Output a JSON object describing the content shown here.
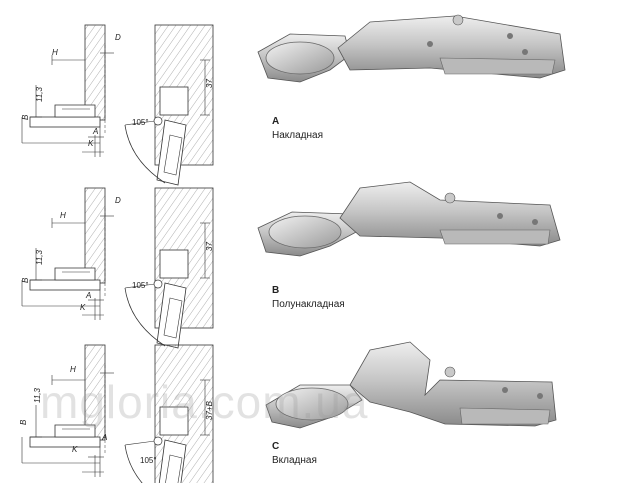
{
  "variants": [
    {
      "letter": "A",
      "name": "Накладная",
      "dims": {
        "h": "H",
        "d": "D",
        "b": "B",
        "a": "A",
        "k": "K",
        "v113": "11,3",
        "v37": "37"
      },
      "angle": "105°"
    },
    {
      "letter": "B",
      "name": "Полунакладная",
      "dims": {
        "h": "H",
        "d": "D",
        "b": "B",
        "a": "A",
        "k": "K",
        "v113": "11,3",
        "v37": "37"
      },
      "angle": "105°"
    },
    {
      "letter": "C",
      "name": "Вкладная",
      "dims": {
        "h": "H",
        "b": "B",
        "a": "A",
        "k": "K",
        "v113": "11,3",
        "v37": "37+B"
      },
      "angle": "105°"
    }
  ],
  "watermark": "mgloria.com.ua",
  "colors": {
    "line": "#333333",
    "hatch": "#9c9c9c",
    "metal_light": "#d8d8d8",
    "metal_mid": "#a9a9a9",
    "metal_dark": "#6e6e6e",
    "watermark": "#9a9a9a"
  }
}
